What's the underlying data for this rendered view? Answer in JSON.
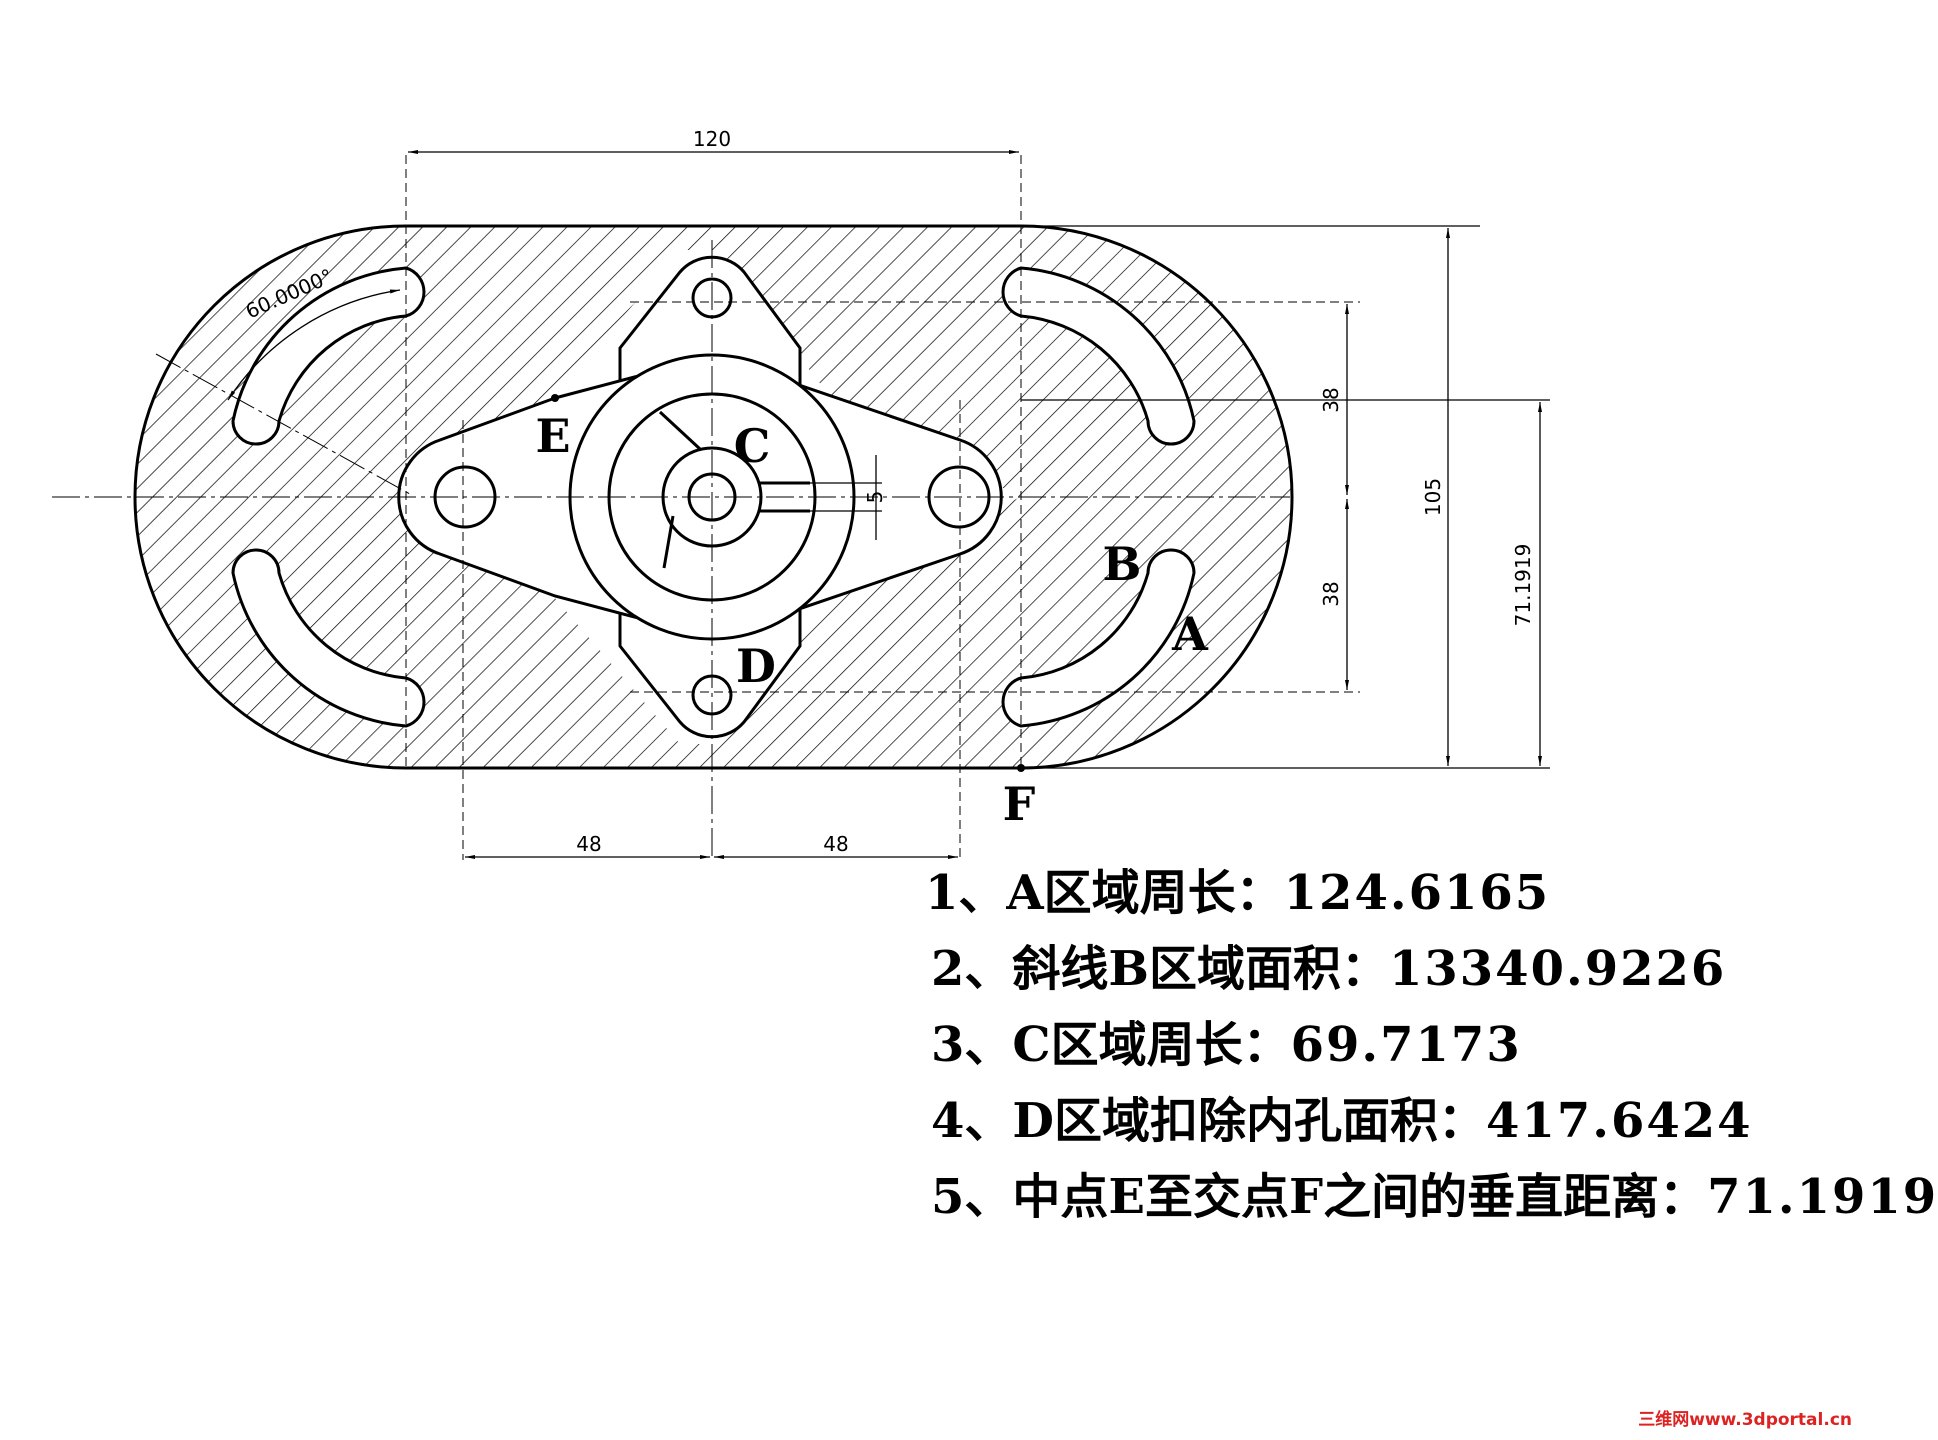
{
  "dimensions": {
    "top_width": "120",
    "angle": "60.0000°",
    "spacing_upper": "38",
    "spacing_lower": "38",
    "total_height": "105",
    "vertical_ef": "71.1919",
    "slot_width": "5",
    "left_offset": "48",
    "right_offset": "48"
  },
  "region_labels": {
    "A": "A",
    "B": "B",
    "C": "C",
    "D": "D",
    "E": "E",
    "F": "F"
  },
  "results": [
    {
      "index": "1、",
      "label": "A区域周长：",
      "value": "124.6165"
    },
    {
      "index": "2、",
      "label": "斜线B区域面积：",
      "value": "13340.9226"
    },
    {
      "index": "3、",
      "label": "C区域周长：",
      "value": "69.7173"
    },
    {
      "index": "4、",
      "label": "D区域扣除内孔面积：",
      "value": "417.6424"
    },
    {
      "index": "5、",
      "label": "中点E至交点F之间的垂直距离：",
      "value": "71.1919"
    }
  ],
  "watermark": "三维网www.3dportal.cn",
  "colors": {
    "line": "#000000",
    "hatch": "#000000",
    "watermark": "#dd2222",
    "background": "#ffffff"
  }
}
